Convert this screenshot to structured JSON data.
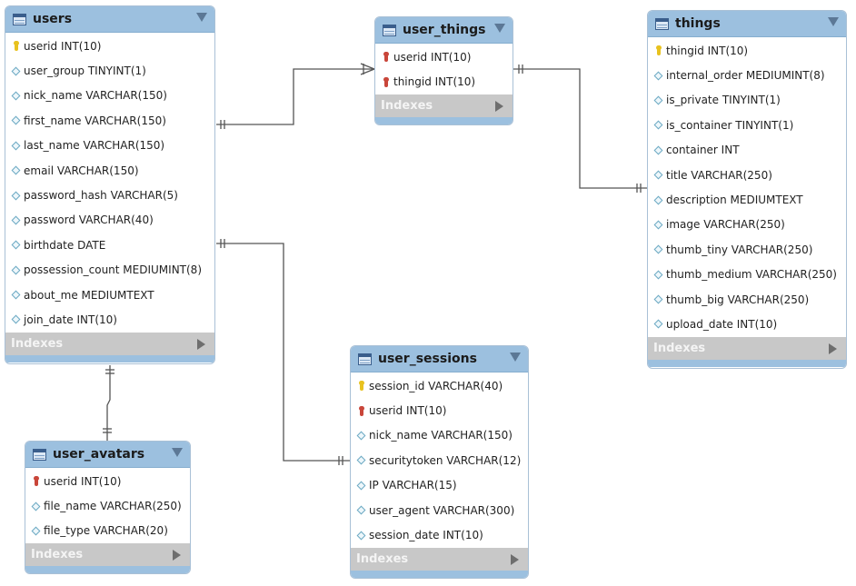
{
  "tables": {
    "users": {
      "title": "users",
      "indexes_label": "Indexes",
      "fields": [
        {
          "key": "pk",
          "text": "userid INT(10)"
        },
        {
          "key": "none",
          "text": "user_group TINYINT(1)"
        },
        {
          "key": "none",
          "text": "nick_name VARCHAR(150)"
        },
        {
          "key": "none",
          "text": "first_name VARCHAR(150)"
        },
        {
          "key": "none",
          "text": "last_name VARCHAR(150)"
        },
        {
          "key": "none",
          "text": "email VARCHAR(150)"
        },
        {
          "key": "none",
          "text": "password_hash VARCHAR(5)"
        },
        {
          "key": "none",
          "text": "password VARCHAR(40)"
        },
        {
          "key": "none",
          "text": "birthdate DATE"
        },
        {
          "key": "none",
          "text": "possession_count MEDIUMINT(8)"
        },
        {
          "key": "none",
          "text": "about_me MEDIUMTEXT"
        },
        {
          "key": "none",
          "text": "join_date INT(10)"
        }
      ]
    },
    "user_things": {
      "title": "user_things",
      "indexes_label": "Indexes",
      "fields": [
        {
          "key": "fk",
          "text": "userid INT(10)"
        },
        {
          "key": "fk",
          "text": "thingid INT(10)"
        }
      ]
    },
    "things": {
      "title": "things",
      "indexes_label": "Indexes",
      "fields": [
        {
          "key": "pk",
          "text": "thingid INT(10)"
        },
        {
          "key": "none",
          "text": "internal_order MEDIUMINT(8)"
        },
        {
          "key": "none",
          "text": "is_private TINYINT(1)"
        },
        {
          "key": "none",
          "text": "is_container TINYINT(1)"
        },
        {
          "key": "none",
          "text": "container INT"
        },
        {
          "key": "none",
          "text": "title VARCHAR(250)"
        },
        {
          "key": "none",
          "text": "description MEDIUMTEXT"
        },
        {
          "key": "none",
          "text": "image VARCHAR(250)"
        },
        {
          "key": "none",
          "text": "thumb_tiny VARCHAR(250)"
        },
        {
          "key": "none",
          "text": "thumb_medium VARCHAR(250)"
        },
        {
          "key": "none",
          "text": "thumb_big VARCHAR(250)"
        },
        {
          "key": "none",
          "text": "upload_date INT(10)"
        }
      ]
    },
    "user_sessions": {
      "title": "user_sessions",
      "indexes_label": "Indexes",
      "fields": [
        {
          "key": "pk",
          "text": "session_id VARCHAR(40)"
        },
        {
          "key": "fk",
          "text": "userid INT(10)"
        },
        {
          "key": "none",
          "text": "nick_name VARCHAR(150)"
        },
        {
          "key": "none",
          "text": "securitytoken VARCHAR(12)"
        },
        {
          "key": "none",
          "text": "IP VARCHAR(15)"
        },
        {
          "key": "none",
          "text": "user_agent VARCHAR(300)"
        },
        {
          "key": "none",
          "text": "session_date INT(10)"
        }
      ]
    },
    "user_avatars": {
      "title": "user_avatars",
      "indexes_label": "Indexes",
      "fields": [
        {
          "key": "fk",
          "text": "userid INT(10)"
        },
        {
          "key": "none",
          "text": "file_name VARCHAR(250)"
        },
        {
          "key": "none",
          "text": "file_type VARCHAR(20)"
        }
      ]
    }
  },
  "relationships": [
    {
      "from": "users",
      "to": "user_things",
      "from_end": "one",
      "to_end": "many"
    },
    {
      "from": "things",
      "to": "user_things",
      "from_end": "one",
      "to_end": "one"
    },
    {
      "from": "users",
      "to": "user_sessions",
      "from_end": "one",
      "to_end": "one"
    },
    {
      "from": "users",
      "to": "user_avatars",
      "from_end": "one",
      "to_end": "one"
    }
  ],
  "colors": {
    "header": "#9cc0df",
    "indexes_bar": "#c8c8c8",
    "primary_key": "#e8c21f",
    "foreign_key": "#c9463a",
    "connector": "#555555"
  }
}
